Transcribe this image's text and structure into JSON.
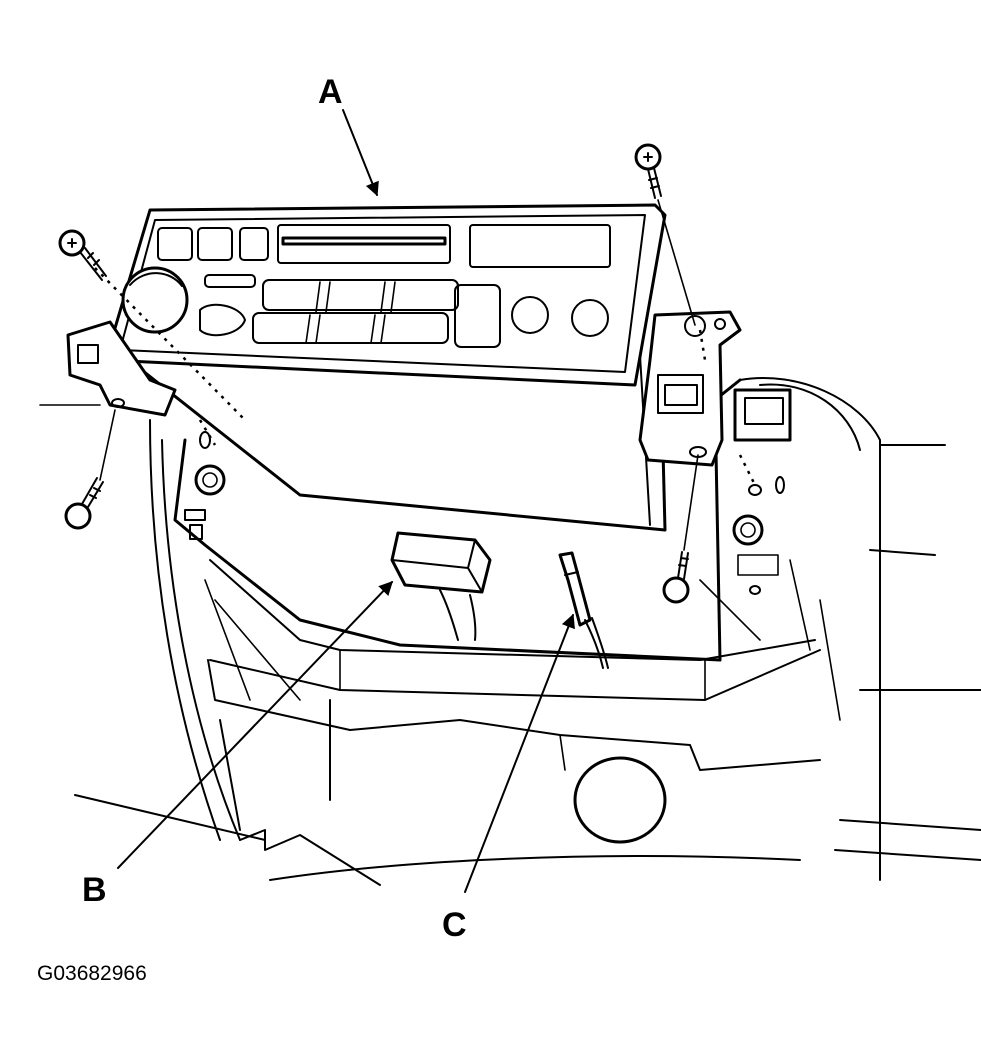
{
  "labels": {
    "a": "A",
    "b": "B",
    "c": "C"
  },
  "figure_id": "G03682966"
}
